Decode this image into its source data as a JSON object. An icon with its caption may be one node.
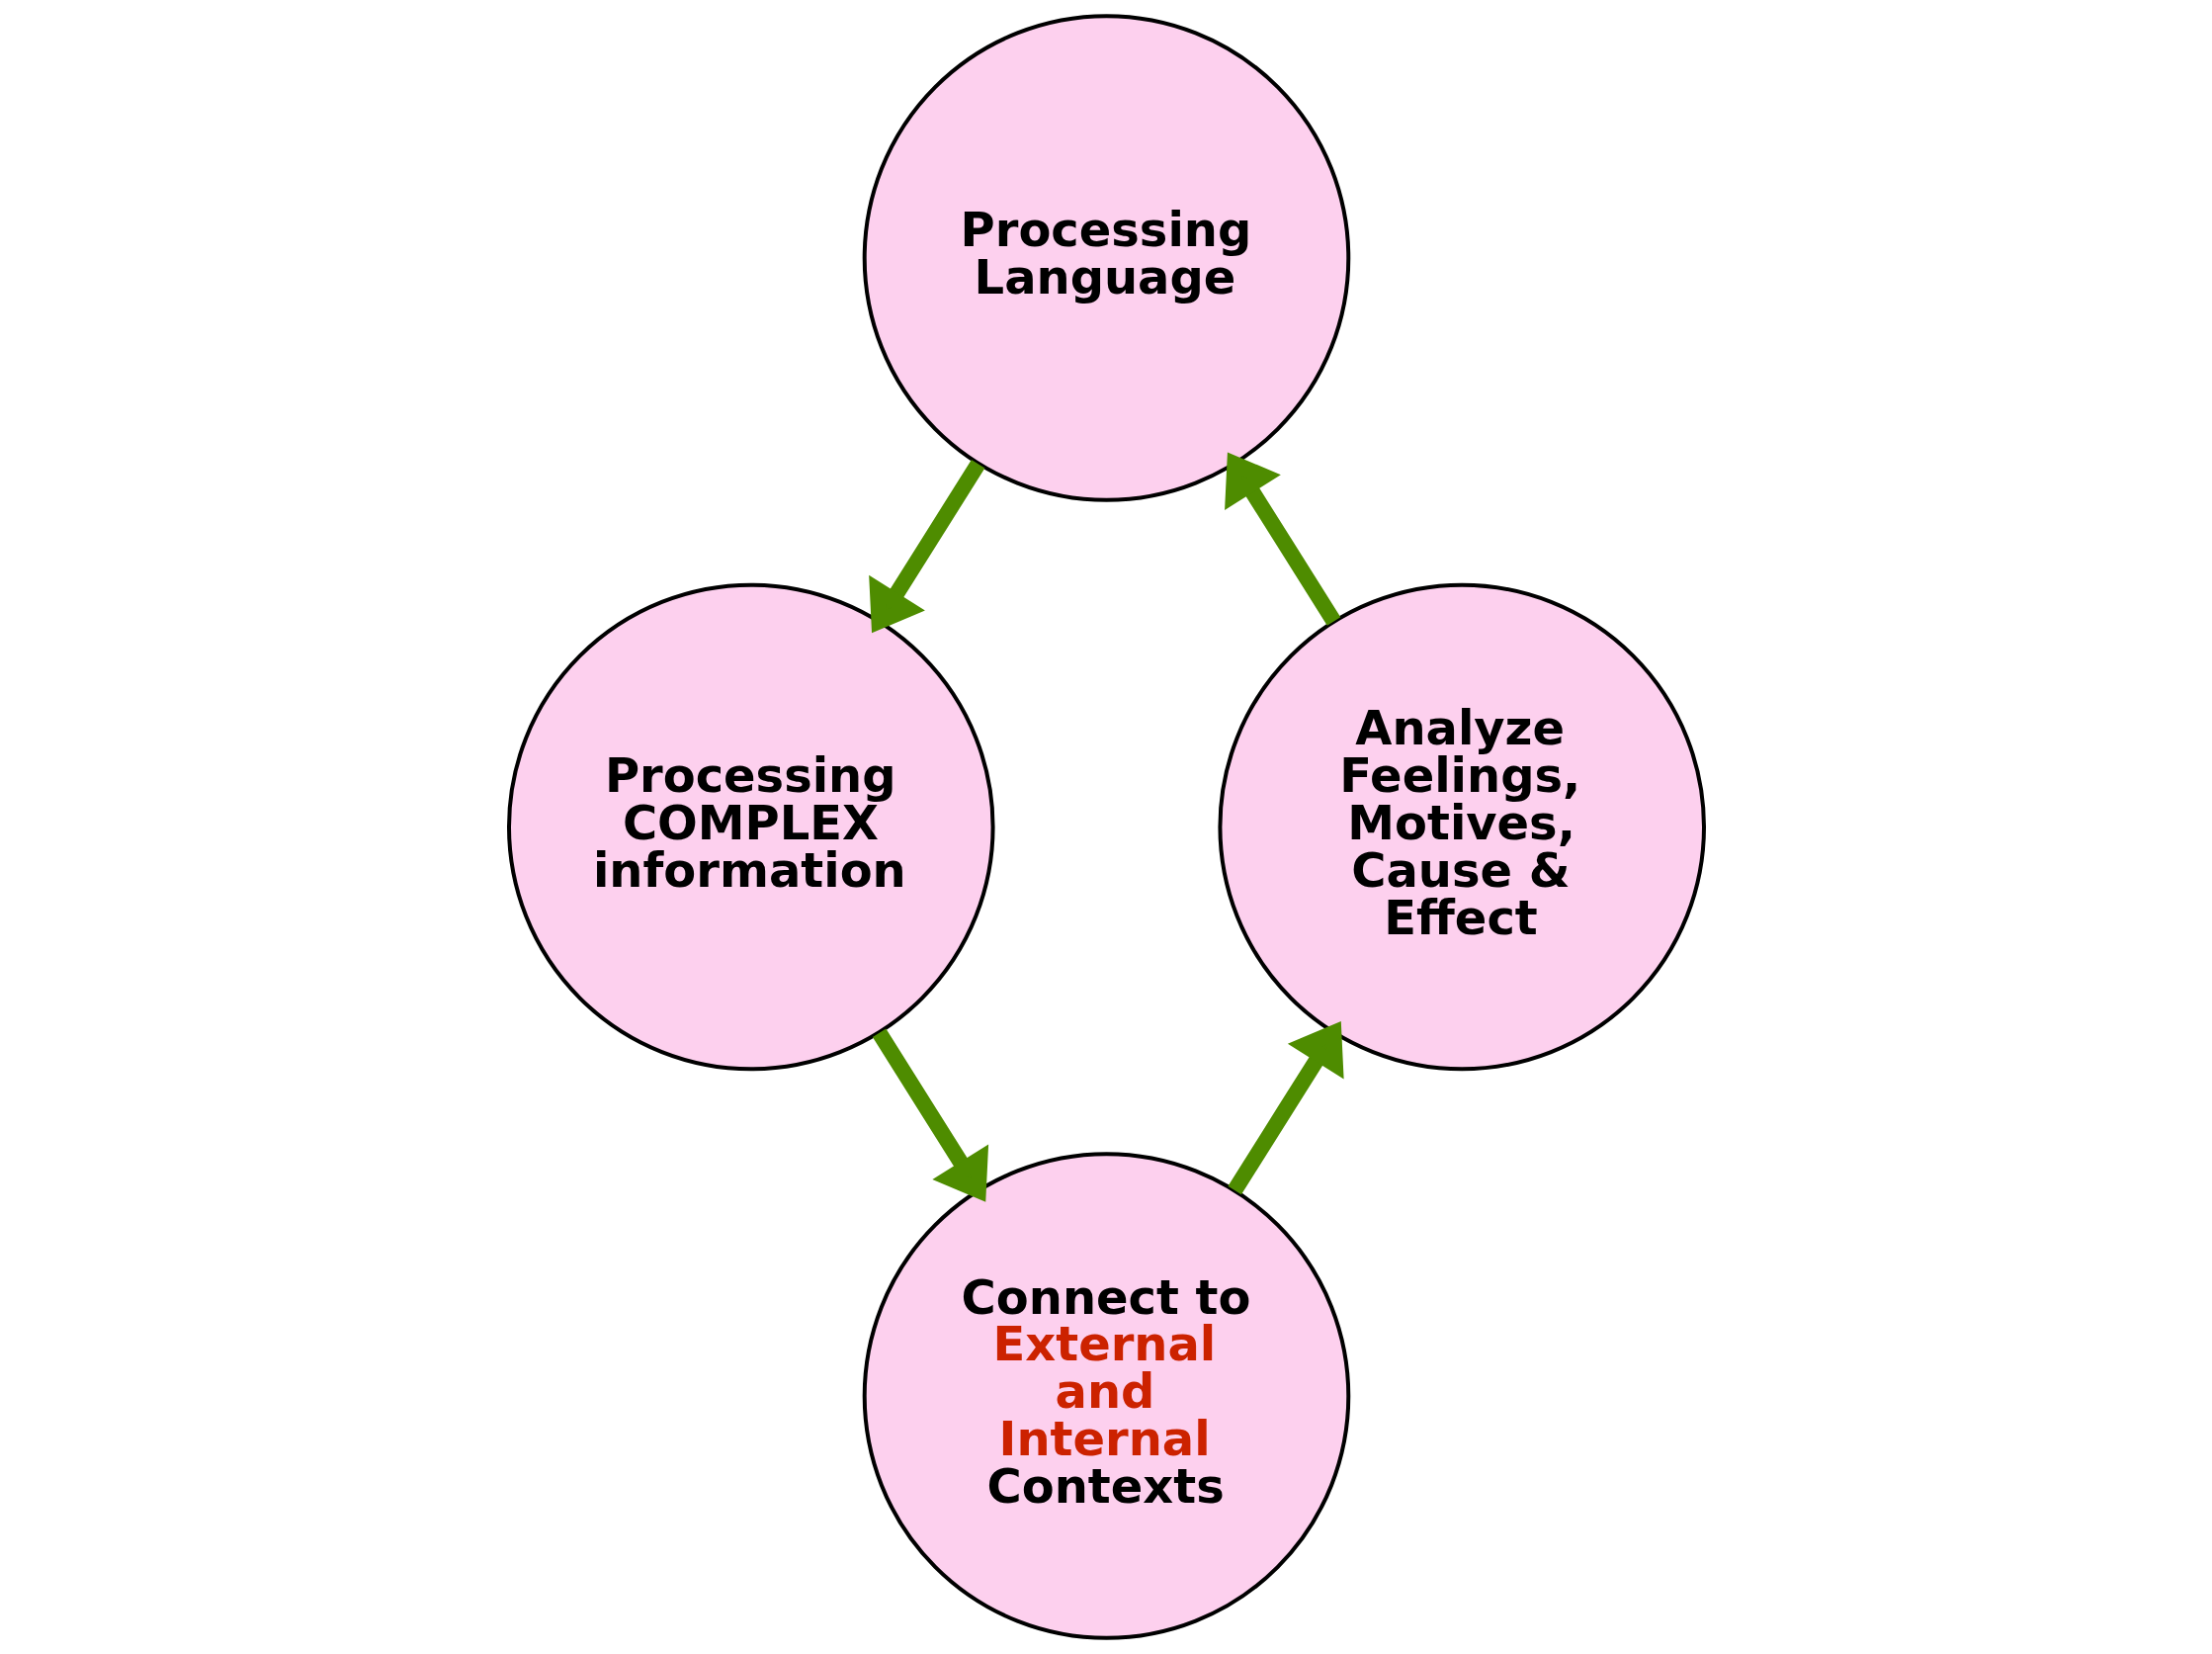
{
  "diagram": {
    "nodes": [
      {
        "text": [
          "Processing Language"
        ]
      },
      {
        "text": [
          "Analyze Feelings, Motives, Cause & Effect"
        ]
      },
      {
        "text": [
          "Processing COMPLEX information"
        ]
      },
      {
        "text": [
          "Connect to",
          "External and Internal",
          "Contexts"
        ]
      }
    ],
    "edges": [
      {
        "from": 1,
        "to": 0,
        "arrow": "to"
      },
      {
        "from": 0,
        "to": 2,
        "arrow": "to"
      },
      {
        "from": 2,
        "to": 3,
        "arrow": "to"
      },
      {
        "from": 3,
        "to": 1,
        "arrow": "to"
      }
    ]
  }
}
